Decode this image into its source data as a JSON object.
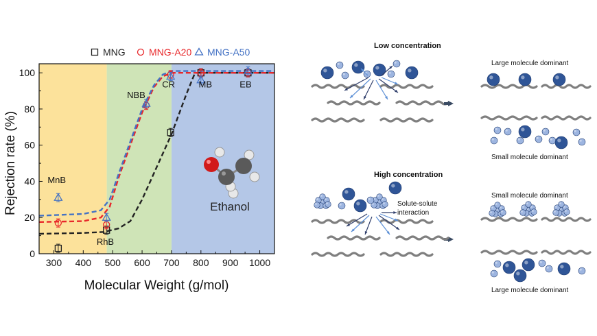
{
  "chart_data": {
    "type": "scatter",
    "xlabel": "Molecular Weight (g/mol)",
    "ylabel": "Rejection rate (%)",
    "xlim": [
      250,
      1050
    ],
    "ylim": [
      0,
      105
    ],
    "xticks": [
      "300",
      "400",
      "500",
      "600",
      "700",
      "800",
      "900",
      "1000"
    ],
    "yticks": [
      "0",
      "20",
      "40",
      "60",
      "80",
      "100"
    ],
    "legend_position": "top",
    "regions": [
      {
        "from": 250,
        "to": 480,
        "color": "#FCE29B"
      },
      {
        "from": 480,
        "to": 700,
        "color": "#CFE4B7"
      },
      {
        "from": 700,
        "to": 1050,
        "color": "#B4C7E7"
      }
    ],
    "series": [
      {
        "name": "MNG",
        "color": "#222222",
        "marker": "square",
        "points": [
          {
            "x": 315,
            "y": 3
          },
          {
            "x": 479,
            "y": 13
          },
          {
            "x": 697,
            "y": 67
          },
          {
            "x": 800,
            "y": 100
          },
          {
            "x": 960,
            "y": 100
          }
        ],
        "fit": [
          [
            250,
            11
          ],
          [
            400,
            11.5
          ],
          [
            470,
            12
          ],
          [
            520,
            14
          ],
          [
            560,
            18
          ],
          [
            600,
            30
          ],
          [
            650,
            48
          ],
          [
            700,
            66
          ],
          [
            750,
            88
          ],
          [
            780,
            100
          ],
          [
            1050,
            100
          ]
        ]
      },
      {
        "name": "MNG-A20",
        "color": "#E8272A",
        "marker": "circle",
        "points": [
          {
            "x": 315,
            "y": 17
          },
          {
            "x": 479,
            "y": 16
          },
          {
            "x": 614,
            "y": 82
          },
          {
            "x": 697,
            "y": 99
          },
          {
            "x": 800,
            "y": 100
          },
          {
            "x": 960,
            "y": 100
          }
        ],
        "fit": [
          [
            250,
            17.5
          ],
          [
            400,
            18
          ],
          [
            460,
            20
          ],
          [
            490,
            26
          ],
          [
            520,
            42
          ],
          [
            560,
            60
          ],
          [
            600,
            78
          ],
          [
            640,
            92
          ],
          [
            670,
            98
          ],
          [
            700,
            100
          ],
          [
            1050,
            100
          ]
        ]
      },
      {
        "name": "MNG-A50",
        "color": "#4472C4",
        "marker": "triangle",
        "points": [
          {
            "x": 315,
            "y": 31
          },
          {
            "x": 479,
            "y": 20
          },
          {
            "x": 614,
            "y": 83
          },
          {
            "x": 697,
            "y": 98
          },
          {
            "x": 800,
            "y": 96
          },
          {
            "x": 960,
            "y": 101
          }
        ],
        "fit": [
          [
            250,
            21
          ],
          [
            400,
            22
          ],
          [
            460,
            24
          ],
          [
            490,
            30
          ],
          [
            520,
            44
          ],
          [
            560,
            62
          ],
          [
            600,
            80
          ],
          [
            640,
            93
          ],
          [
            670,
            99
          ],
          [
            700,
            101
          ],
          [
            1050,
            101
          ]
        ]
      }
    ],
    "annotations": [
      {
        "text": "MnB",
        "x": 310,
        "y": 39
      },
      {
        "text": "RhB",
        "x": 475,
        "y": 5
      },
      {
        "text": "NBB",
        "x": 580,
        "y": 86
      },
      {
        "text": "CR",
        "x": 690,
        "y": 92
      },
      {
        "text": "MB",
        "x": 815,
        "y": 92
      },
      {
        "text": "EB",
        "x": 952,
        "y": 92
      }
    ],
    "molecule_label": "Ethanol"
  },
  "schematic": {
    "low_title": "Low concentration",
    "high_title": "High concentration",
    "low_top_right": "Large molecule dominant",
    "low_bottom_right": "Small molecule dominant",
    "high_top_right": "Small molecule dominant",
    "high_bottom_right": "Large molecule dominant",
    "interaction_label": [
      "Solute-solute",
      "interaction"
    ]
  },
  "colors": {
    "dark_ball": "#2F5597",
    "light_ball": "#9DB5E0",
    "membrane": "#7F7F7F",
    "arrow": "#2F3E6B"
  }
}
